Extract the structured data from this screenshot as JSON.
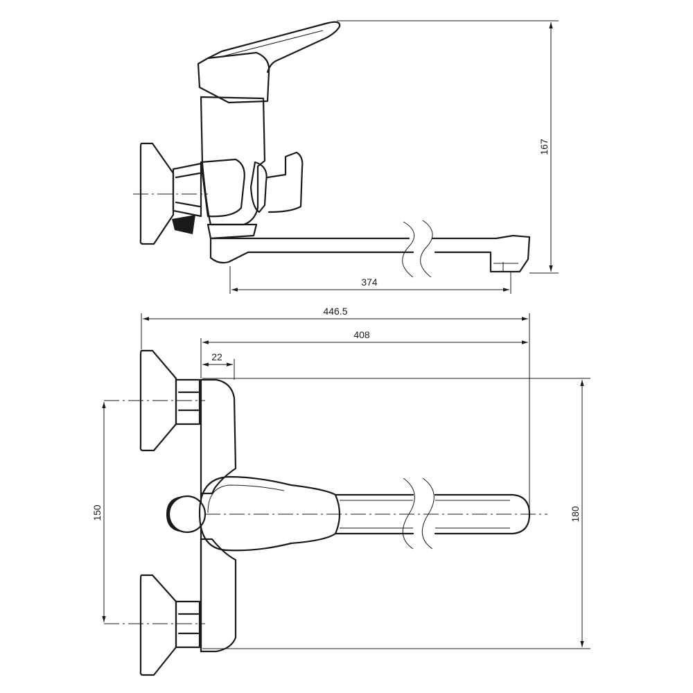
{
  "dimensions": {
    "spout_length": "374",
    "total_height": "167",
    "overall_width": "446.5",
    "width_from_wall": "408",
    "eccentric_offset": "22",
    "inlet_spacing": "150",
    "wall_plate_span": "180"
  }
}
